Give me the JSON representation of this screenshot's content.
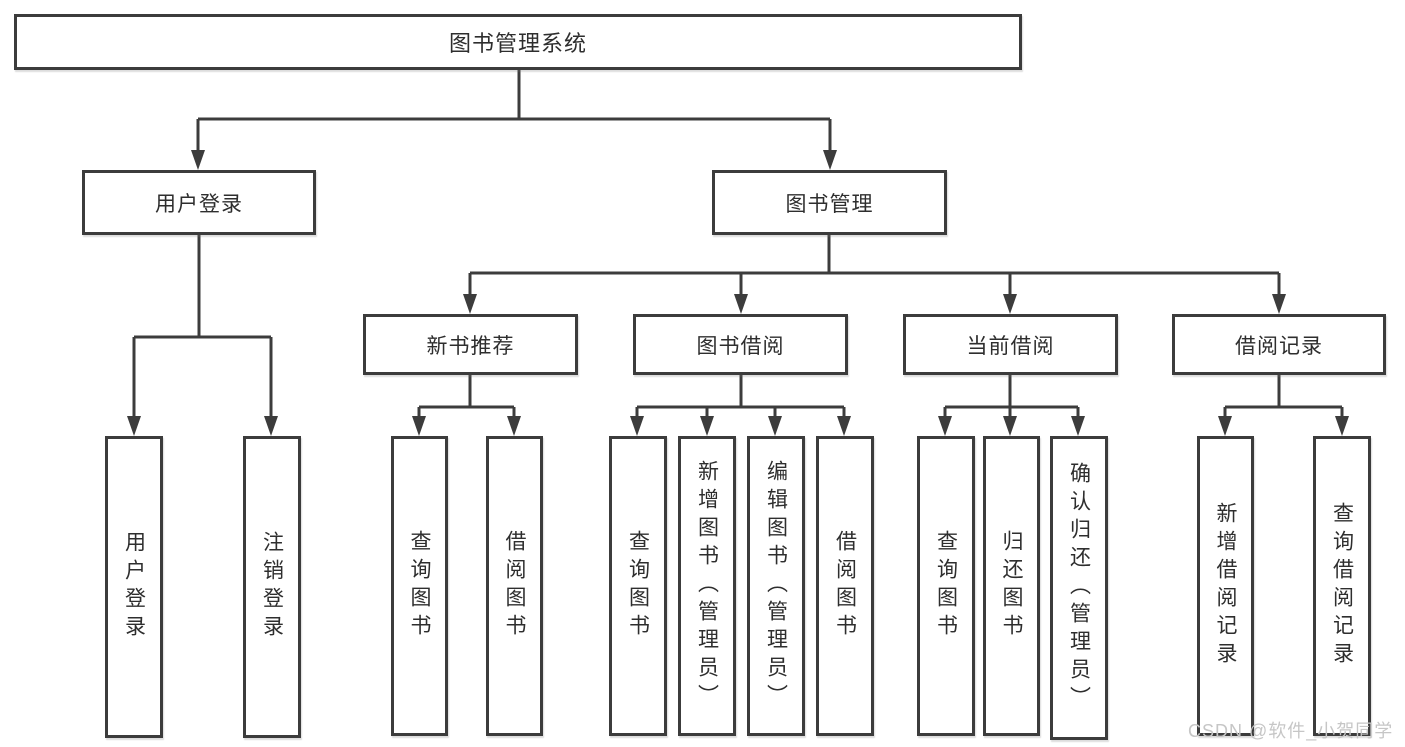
{
  "diagram": {
    "title": "图书管理系统",
    "root": {
      "label": "图书管理系统"
    },
    "level1": [
      {
        "id": "user-login",
        "label": "用户登录"
      },
      {
        "id": "book-management",
        "label": "图书管理"
      }
    ],
    "level2": [
      {
        "id": "new-book-recommend",
        "label": "新书推荐"
      },
      {
        "id": "book-borrow",
        "label": "图书借阅"
      },
      {
        "id": "current-borrow",
        "label": "当前借阅"
      },
      {
        "id": "borrow-records",
        "label": "借阅记录"
      }
    ],
    "leaves": {
      "user_login": [
        "用户登录",
        "注销登录"
      ],
      "new_book": [
        "查询图书",
        "借阅图书"
      ],
      "borrow": [
        "查询图书",
        "新增图书（管理员）",
        "编辑图书（管理员）",
        "借阅图书"
      ],
      "current": [
        "查询图书",
        "归还图书",
        "确认归还（管理员）"
      ],
      "records": [
        "新增借阅记录",
        "查询借阅记录"
      ]
    }
  },
  "watermark": "CSDN @软件_小贺同学",
  "colors": {
    "line": "#3c3c3c",
    "text": "#2e2e2e",
    "watermark": "#c6c6c6",
    "background": "#ffffff"
  }
}
